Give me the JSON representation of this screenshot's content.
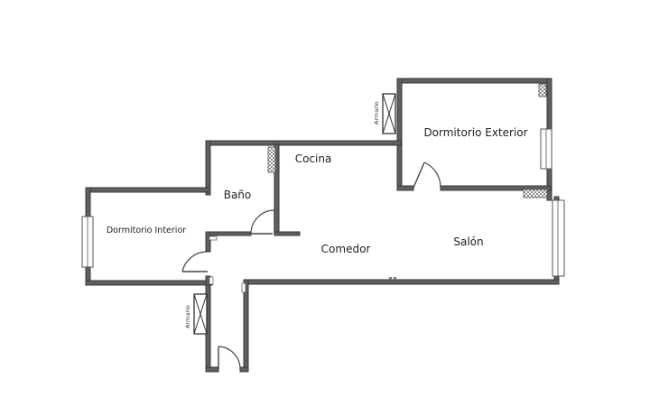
{
  "rooms": {
    "dormitorio_exterior": "Dormitorio Exterior",
    "dormitorio_interior": "Dormitorio Interior",
    "cocina": "Cocina",
    "bano": "Baño",
    "comedor": "Comedor",
    "salon": "Salón"
  },
  "closets": {
    "armario_top": "Armario",
    "armario_bottom": "Armario"
  },
  "colors": {
    "wall": "#5f5f5f",
    "background": "#ffffff"
  }
}
